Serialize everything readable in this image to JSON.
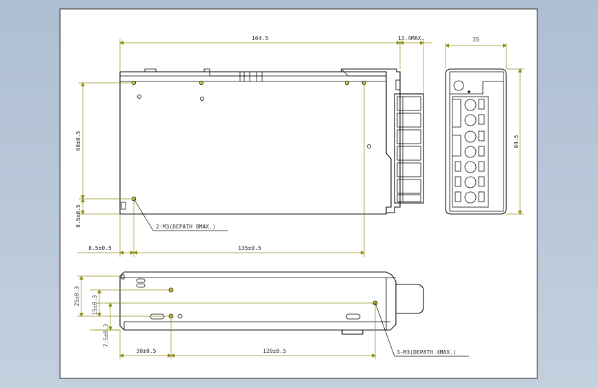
{
  "drawing": {
    "top_view": {
      "overall_length": "164.5",
      "terminal_overhang": "13.4MAX.",
      "mount_height": "68±0.5",
      "mount_offset_y": "8.5±0.5",
      "mount_offset_x": "8.5±0.5",
      "mount_pitch_x": "135±0.5",
      "mount_note": "2-M3(DEPATH 8MAX.)"
    },
    "end_view": {
      "width": "35",
      "height": "84.5"
    },
    "side_view": {
      "height_upper": "25±0.3",
      "height_mid": "15±0.3",
      "height_lower": "7.5±0.3",
      "offset_x": "30±0.5",
      "pitch_x": "120±0.5",
      "mount_note": "3-M3(DEPATH 4MAX.)"
    },
    "colors": {
      "sheet": "#ffffff",
      "background": "#b9c8d9",
      "dimension": "#8c8a10",
      "hole_fill": "#d9d13a"
    }
  }
}
